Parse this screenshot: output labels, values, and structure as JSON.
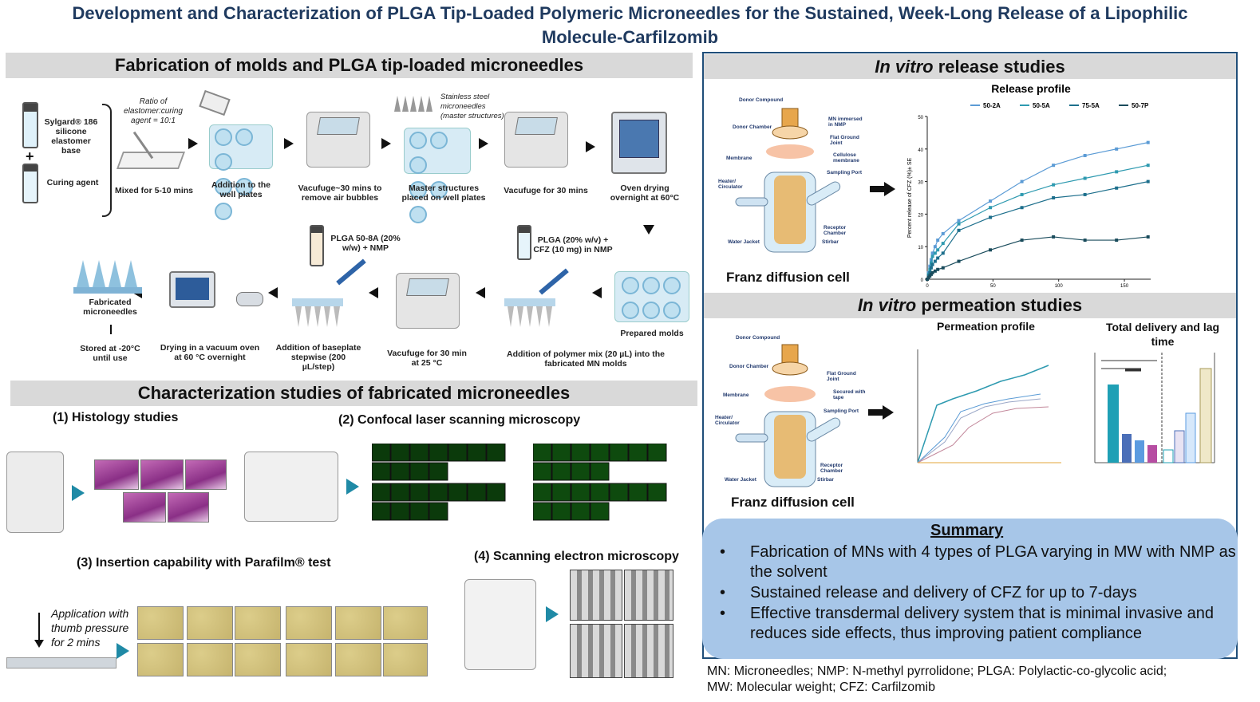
{
  "title": {
    "line1": "Development and Characterization of PLGA Tip-Loaded Polymeric Microneedles for the Sustained, Week-Long Release of a Lipophilic",
    "line2": "Molecule-Carfilzomib"
  },
  "fabrication": {
    "banner": "Fabrication of molds and PLGA tip-loaded  microneedles",
    "sylgard": "Sylgard® 186 silicone elastomer base",
    "plus": "+",
    "curing": "Curing agent",
    "ratio": "Ratio of elastomer:curing agent = 10:1",
    "mixed": "Mixed for 5-10 mins",
    "addition_wells": "Addition to the well plates",
    "vacufuge1": "Vacufuge~30 mins to remove air bubbles",
    "stainless": "Stainless steel microneedles (master structures)",
    "master": "Master structures placed on well plates",
    "vacufuge2": "Vacufuge for 30 mins",
    "oven": "Oven drying overnight at 60°C",
    "prepared": "Prepared molds",
    "plga_cfz": "PLGA (20% w/v) + CFZ (10 mg) in NMP",
    "polymer_mix": "Addition of polymer mix (20 µL) into the fabricated MN molds",
    "vacufuge3": "Vacufuge for 30 min at 25 °C",
    "plga_508a": "PLGA 50-8A (20% w/w) + NMP",
    "baseplate": "Addition of baseplate stepwise (200 µL/step)",
    "vacuum": "Drying in a vacuum oven at 60 °C overnight",
    "fabricated": "Fabricated microneedles",
    "stored": "Stored at -20°C until use"
  },
  "characterization": {
    "banner": "Characterization studies of fabricated microneedles",
    "histology": "(1) Histology studies",
    "confocal": "(2) Confocal laser scanning microscopy",
    "insertion": "(3) Insertion capability with Parafilm® test",
    "application": "Application with thumb pressure for 2 mins",
    "sem": "(4) Scanning electron microscopy"
  },
  "invitro_release": {
    "banner_italic": "In vitro",
    "banner_rest": " release studies",
    "franz_label": "Franz diffusion cell",
    "franz_parts": {
      "donor_compound": "Donor Compound",
      "donor_chamber": "Donor Chamber",
      "mn_immersed": "MN immersed in NMP",
      "flat_ground": "Flat Ground Joint",
      "membrane": "Membrane",
      "cellulose": "Cellulose membrane",
      "sampling": "Sampling Port",
      "heater": "Heater/ Circulator",
      "receptor": "Receptor Chamber",
      "stirbar": "Stirbar",
      "water_jacket": "Water Jacket"
    }
  },
  "invitro_permeation": {
    "banner_italic": "In vitro",
    "banner_rest": " permeation studies",
    "permeation_profile": "Permeation profile",
    "total_delivery": "Total delivery and lag time",
    "franz_label": "Franz diffusion cell",
    "secured": "Secured with tape"
  },
  "summary": {
    "heading": "Summary",
    "bullet": "•",
    "items": [
      "Fabrication of MNs with 4 types of PLGA varying in MW with NMP as the solvent",
      "Sustained release and delivery of CFZ for up to 7-days",
      "Effective transdermal delivery system that is minimal invasive and reduces side effects, thus improving patient compliance"
    ]
  },
  "footnote": {
    "line1": "MN: Microneedles; NMP: N-methyl pyrrolidone; PLGA: Polylactic-co-glycolic acid;",
    "line2": "MW: Molecular weight; CFZ: Carfilzomib"
  },
  "chart_data": {
    "type": "line",
    "title": "Release profile",
    "ylabel": "Percent release of CFZ (%)± SE",
    "x": [
      0,
      1,
      2,
      3,
      4,
      6,
      8,
      12,
      24,
      48,
      72,
      96,
      120,
      144,
      168
    ],
    "xticks": [
      0,
      50,
      100,
      150
    ],
    "yticks": [
      0,
      10,
      20,
      30,
      40,
      50
    ],
    "xlim": [
      0,
      170
    ],
    "ylim": [
      0,
      50
    ],
    "colors": {
      "50-2A": "#5b9bd5",
      "50-5A": "#2e9ab0",
      "75-5A": "#1d6f8c",
      "50-7P": "#1a4c5c"
    },
    "series": [
      {
        "name": "50-2A",
        "values": [
          0,
          2,
          4,
          6,
          8,
          10,
          12,
          14,
          18,
          24,
          30,
          35,
          38,
          40,
          42
        ]
      },
      {
        "name": "50-5A",
        "values": [
          0,
          1.5,
          3,
          5,
          7,
          8,
          9,
          11,
          17,
          22,
          26,
          29,
          31,
          33,
          35
        ]
      },
      {
        "name": "75-5A",
        "values": [
          0,
          1,
          2,
          3.5,
          4.5,
          5.5,
          6.5,
          8,
          15,
          19,
          22,
          25,
          26,
          28,
          30
        ]
      },
      {
        "name": "50-7P",
        "values": [
          0,
          0.5,
          1,
          1.5,
          2,
          2.5,
          3,
          3.5,
          5.5,
          9,
          12,
          13,
          12,
          12,
          13
        ]
      }
    ]
  }
}
